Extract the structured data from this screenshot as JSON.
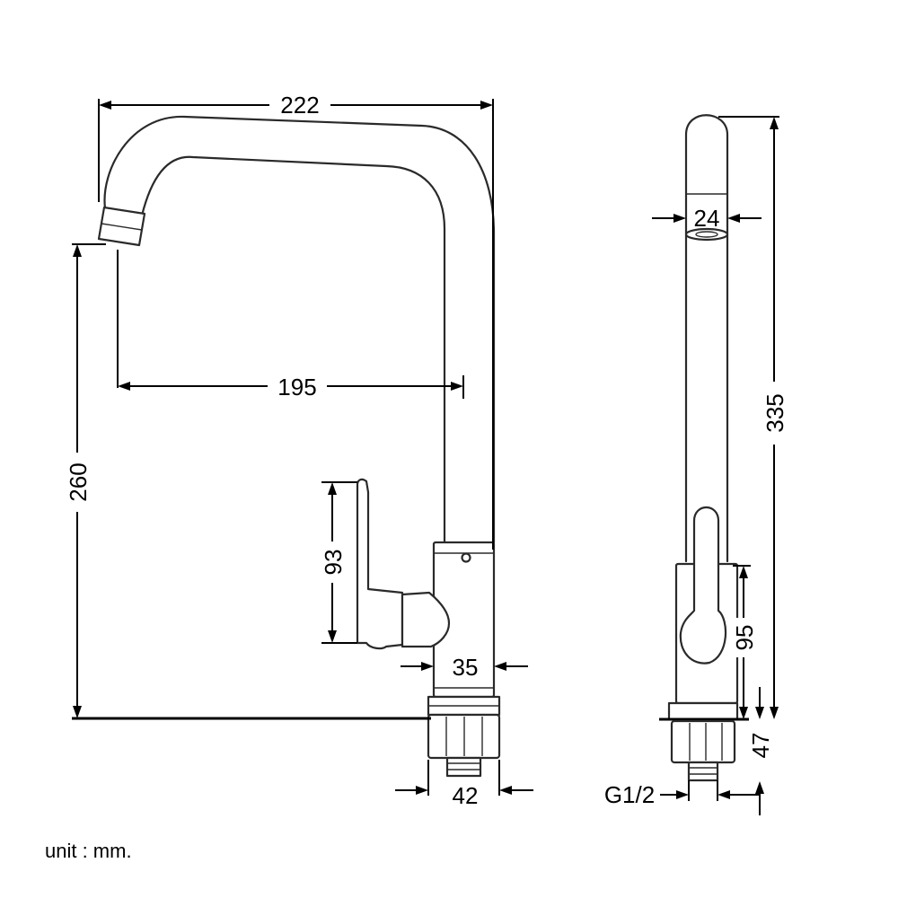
{
  "dimensions": {
    "spout_reach_total": "222",
    "spout_reach_inner": "195",
    "spout_height": "260",
    "handle_height": "93",
    "body_diameter": "35",
    "base_nut_diameter": "42",
    "spout_tip_diameter": "24",
    "total_height": "335",
    "side_handle_height": "95",
    "base_thickness": "47",
    "thread_size": "G1/2"
  },
  "unit_label": "unit : mm."
}
